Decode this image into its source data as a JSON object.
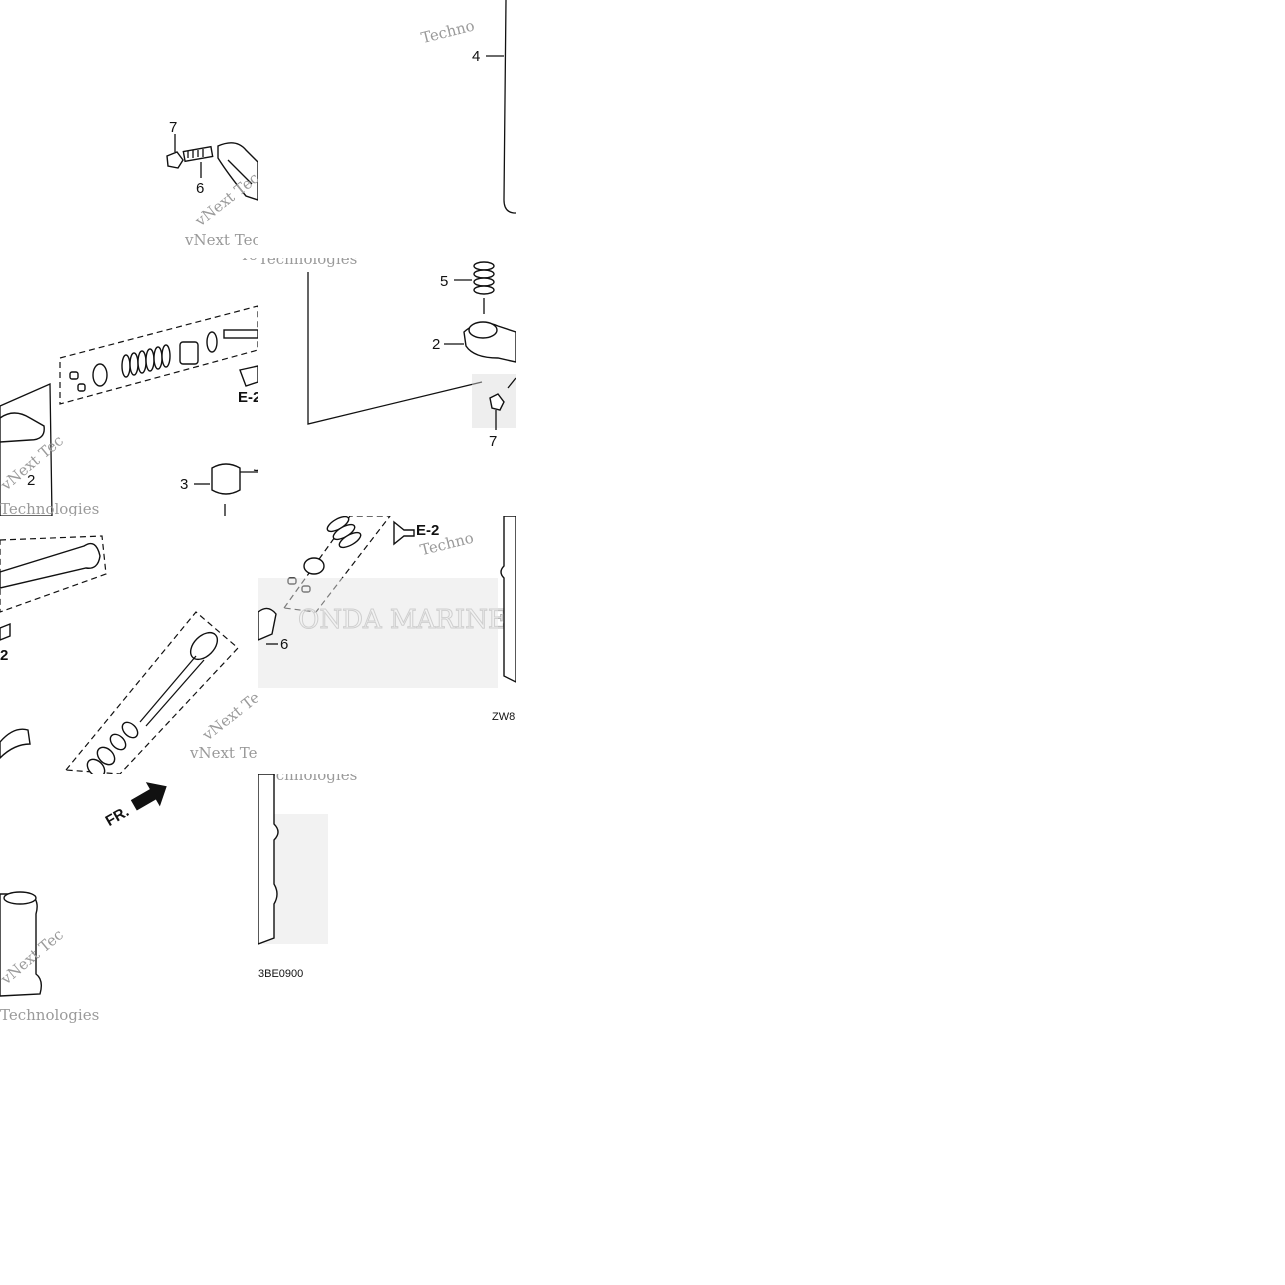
{
  "diagram": {
    "part_labels": {
      "p4": "4",
      "p7a": "7",
      "p6a": "6",
      "p5": "5",
      "p2a": "2",
      "p7b": "7",
      "p2b": "2",
      "p3": "3",
      "p6b": "6"
    },
    "section_refs": {
      "e2_top": "E-2",
      "e2_mid": "E-2",
      "e2_left": "2"
    },
    "direction_label": "FR.",
    "figure_codes": {
      "code_a": "ZW8",
      "code_b": "3BE0900"
    },
    "watermark_texts": {
      "vnext": "vNext Tec",
      "technologies": "Technologies",
      "techno": "Techno",
      "brand": "ONDA MARINE"
    },
    "colors": {
      "line": "#111111",
      "watermark": "#9a9a9a",
      "background": "#ffffff"
    }
  }
}
